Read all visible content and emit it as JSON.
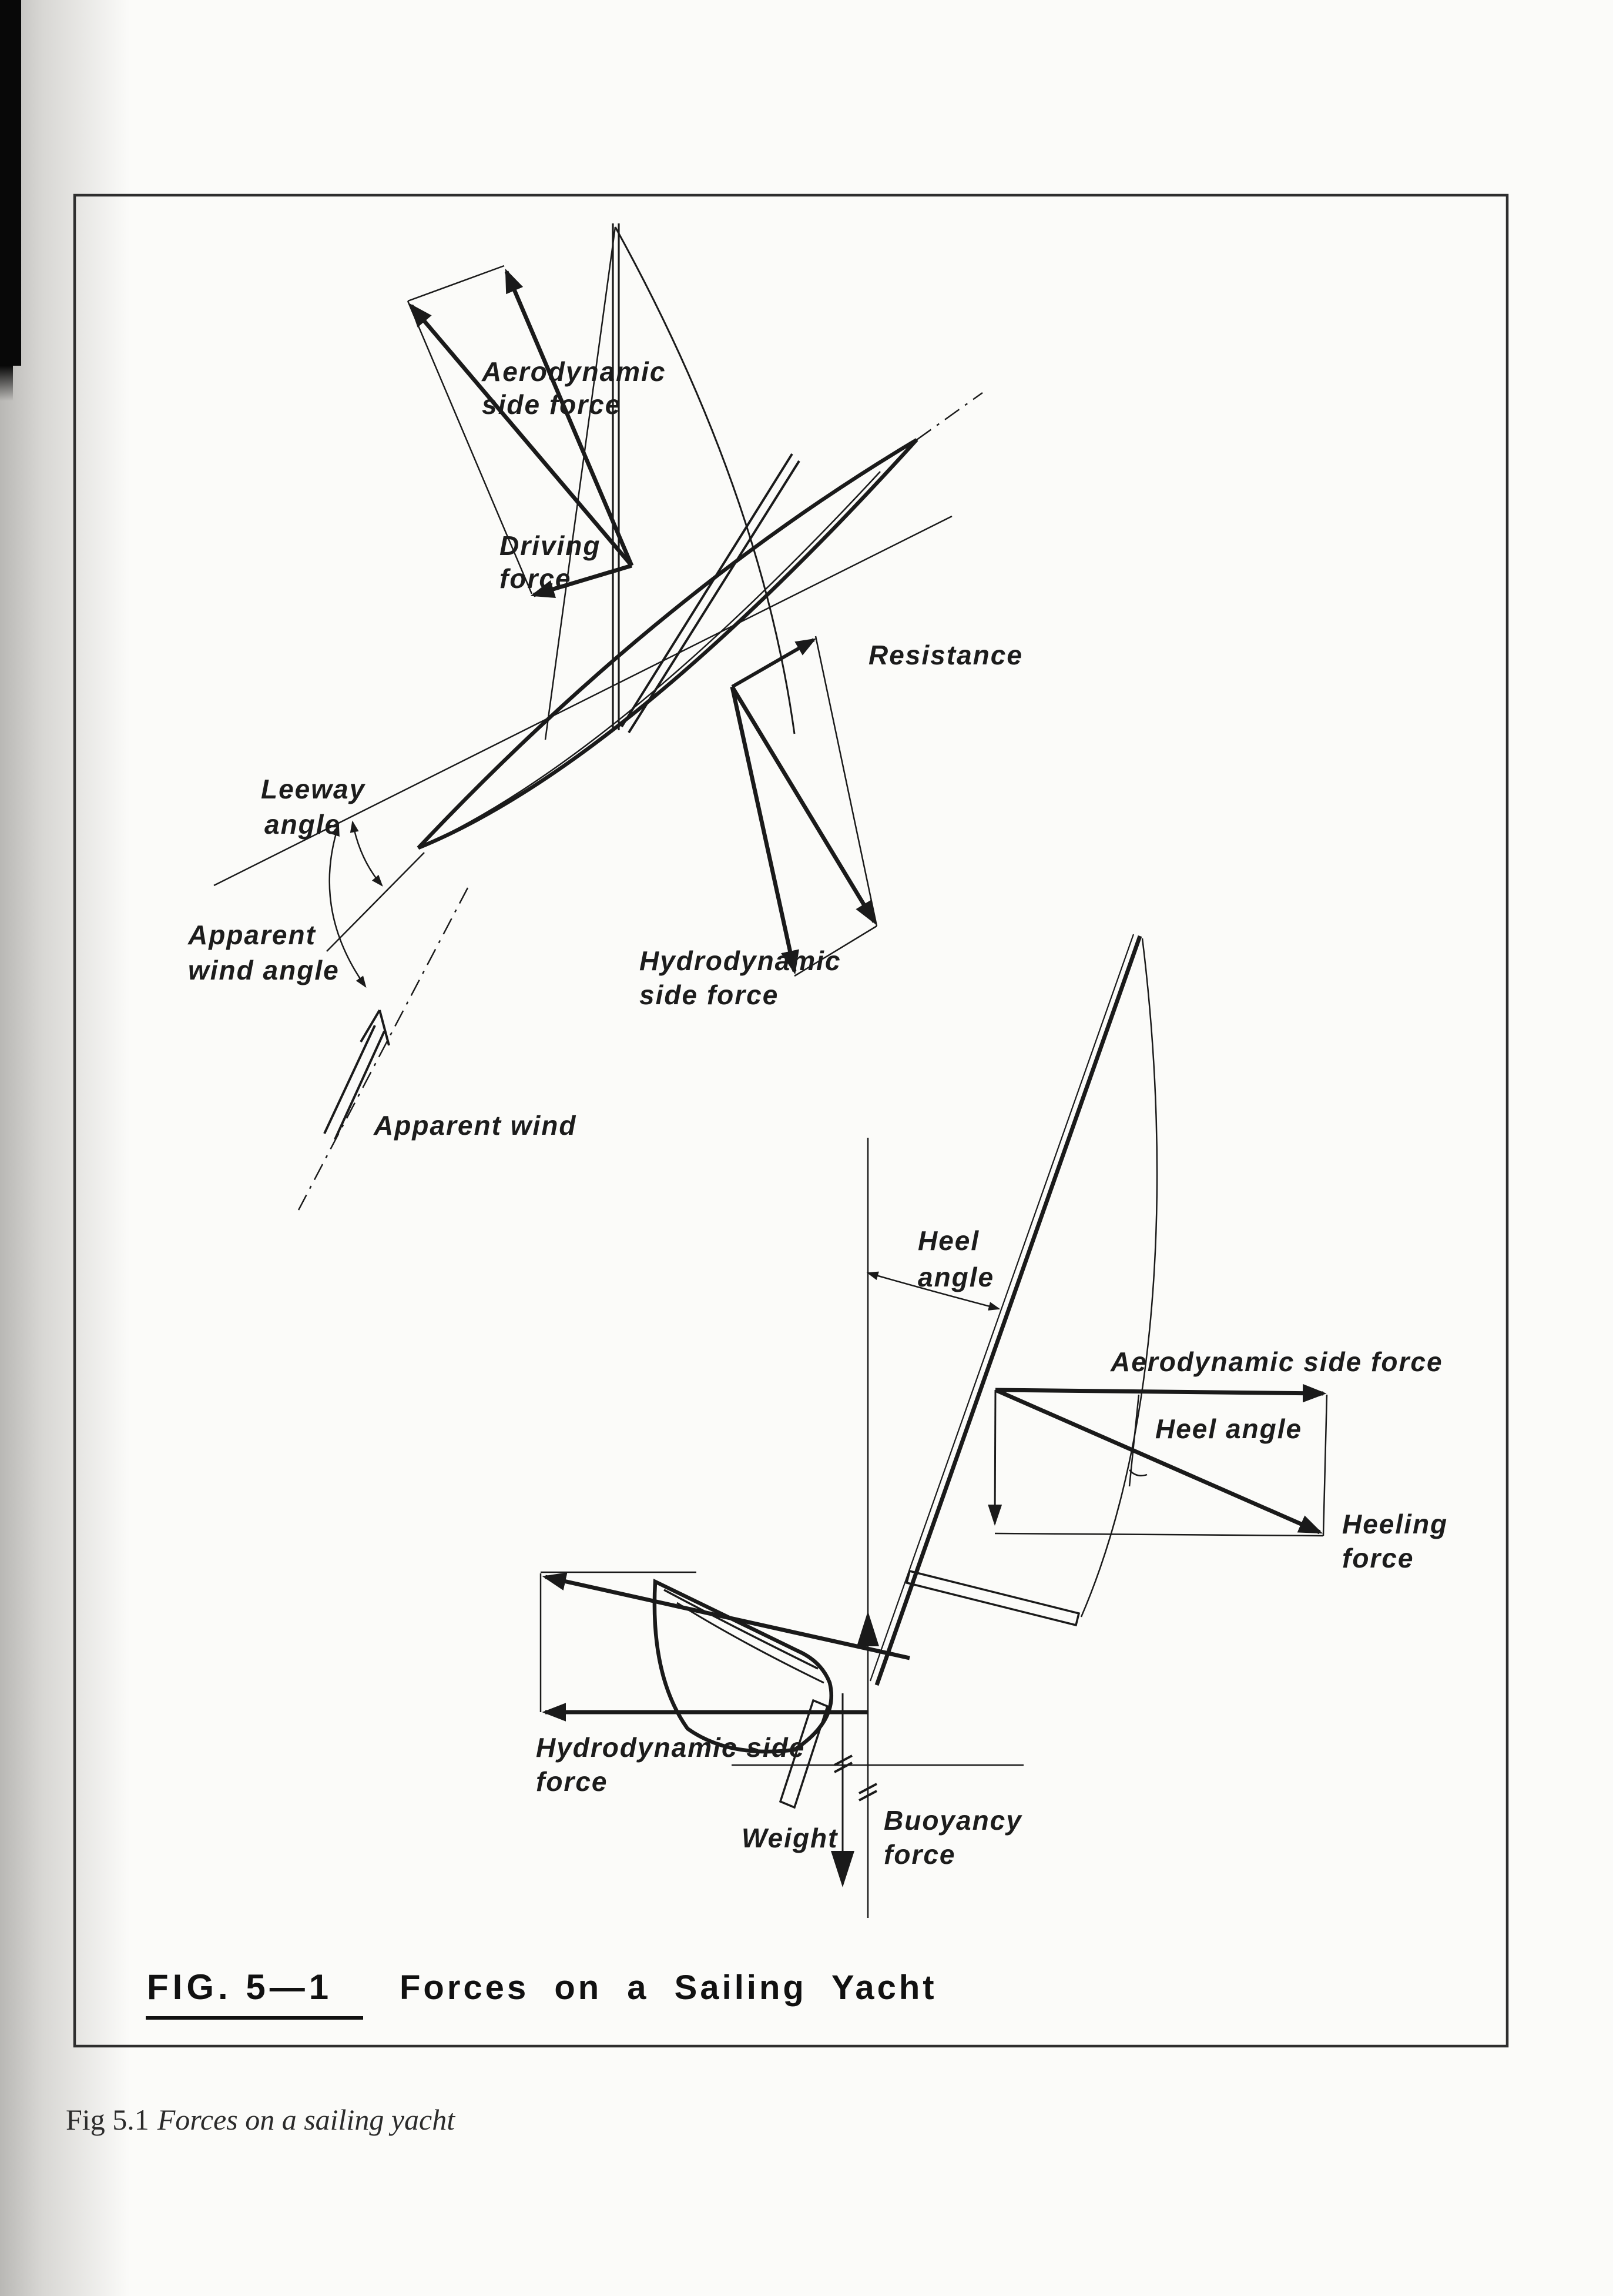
{
  "colors": {
    "ink": "#1a1a1a",
    "paper": "#fbfbf9",
    "frame": "#2e2e2e",
    "scan_bar": "#080808"
  },
  "upper_diagram": {
    "labels": {
      "aero_side_force": [
        "Aerodynamic",
        "side force"
      ],
      "driving_force": [
        "Driving",
        "force"
      ],
      "resistance": [
        "Resistance"
      ],
      "leeway_angle": [
        "Leeway",
        "angle"
      ],
      "apparent_wind_angle": [
        "Apparent",
        "wind angle"
      ],
      "hydro_side_force": [
        "Hydrodynamic",
        "side force"
      ],
      "apparent_wind": [
        "Apparent wind"
      ]
    }
  },
  "lower_diagram": {
    "labels": {
      "heel_angle_mast": [
        "Heel",
        "angle"
      ],
      "aero_side_force": [
        "Aerodynamic side force"
      ],
      "heel_angle_vector": [
        "Heel angle"
      ],
      "heeling_force": [
        "Heeling",
        "force"
      ],
      "hydro_side_force": [
        "Hydrodynamic side",
        "force"
      ],
      "weight": [
        "Weight"
      ],
      "buoyancy_force": [
        "Buoyancy",
        "force"
      ]
    }
  },
  "figure_caption": {
    "fig_label": "FIG. 5—1",
    "title": "Forces on a Sailing Yacht"
  },
  "page_caption": {
    "fig_label": "Fig 5.1",
    "title": "Forces on a sailing yacht"
  }
}
